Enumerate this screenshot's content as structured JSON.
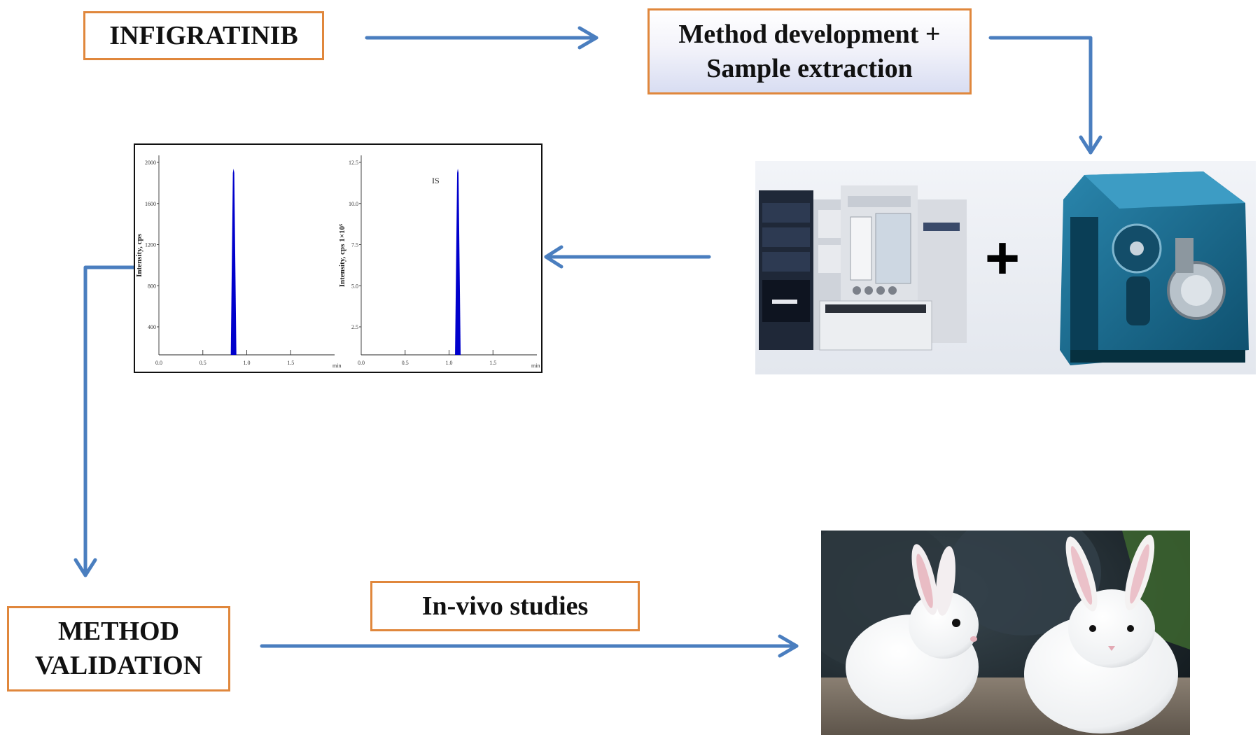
{
  "boxes": {
    "drug": "INFIGRATINIB",
    "method_line1": "Method development +",
    "method_line2": "Sample extraction",
    "validation_line1": "METHOD",
    "validation_line2": "VALIDATION",
    "invivo": "In-vivo studies"
  },
  "chromatogram": {
    "left_panel": {
      "ylabel": "Intensity, cps",
      "y_ticks": [
        "2000",
        "1600",
        "1200",
        "800",
        "400"
      ],
      "x_ticks": [
        "0.0",
        "0.5",
        "1.0",
        "1.5"
      ],
      "x_unit": "min",
      "peak_time": 0.85
    },
    "right_panel": {
      "ylabel": "Intensity, cps 1×10⁵",
      "y_ticks": [
        "12.5",
        "10.0",
        "7.5",
        "5.0",
        "2.5"
      ],
      "x_ticks": [
        "0.0",
        "0.5",
        "1.0",
        "1.5"
      ],
      "x_unit": "min",
      "peak_label": "IS",
      "peak_time": 1.1
    }
  },
  "instruments": {
    "plus": "+"
  },
  "colors": {
    "arrow": "#4a7ebf",
    "box_border": "#e0873c",
    "peak": "#0000cc",
    "instrument_blue": "#1a6d8f"
  }
}
